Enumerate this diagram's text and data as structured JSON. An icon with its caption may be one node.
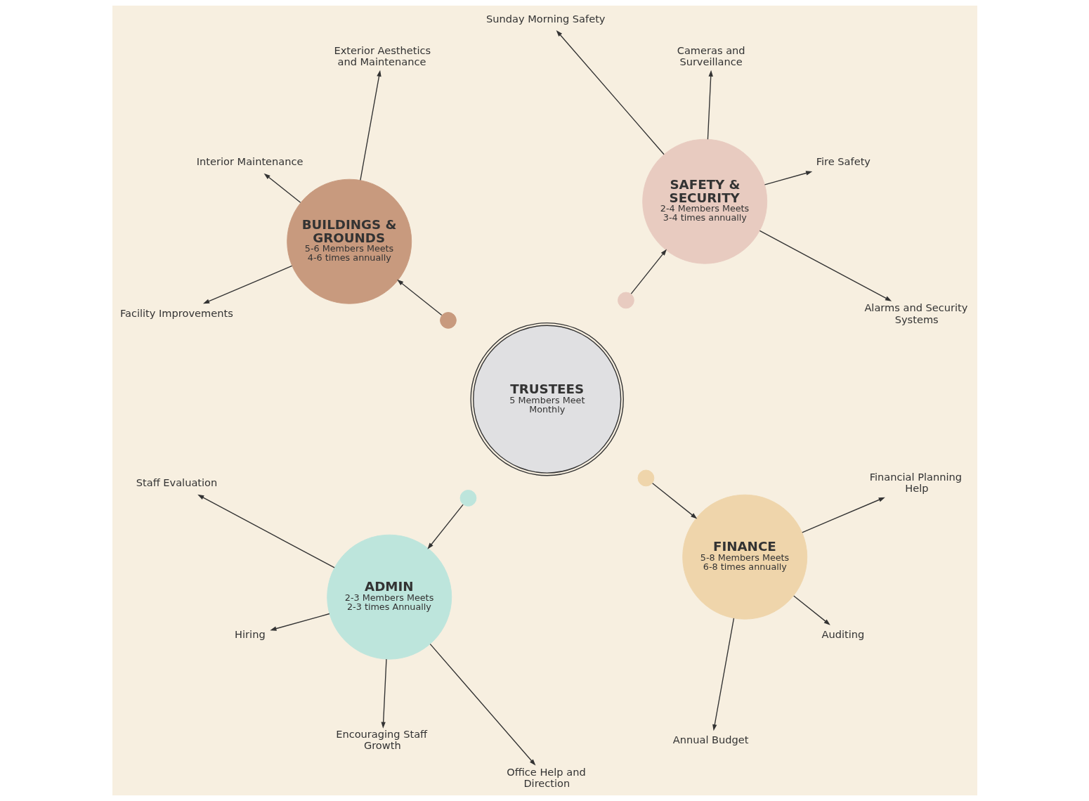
{
  "diagram": {
    "nodes": [
      {
        "text": [
          "TRUSTEES",
          "5 Members Meet Monthly"
        ]
      },
      {
        "text": [],
        "shape": "circle"
      },
      {
        "text": [],
        "shape": "circle"
      },
      {
        "text": [],
        "shape": "circle"
      },
      {
        "text": [],
        "shape": "circle"
      },
      {
        "text": [
          "SAFETY & SECURITY",
          "2-4 Members Meets 3-4 times annually"
        ]
      },
      {
        "text": [
          "BUILDINGS & GROUNDS",
          "5-6 Members Meets 4-6 times annually"
        ]
      },
      {
        "text": [
          "ADMIN",
          "2-3 Members Meets 2-3 times Annually"
        ]
      },
      {
        "text": [
          "FINANCE",
          "5-8 Members Meets 6-8 times annually"
        ]
      },
      {
        "text": [
          "Alarms and Security Systems"
        ]
      },
      {
        "text": [
          "Fire Safety"
        ]
      },
      {
        "text": [
          "Cameras and Surveillance"
        ]
      },
      {
        "text": [
          "Sunday Morning Safety"
        ]
      },
      {
        "text": [
          "Exterior Aesthetics and Maintenance"
        ]
      },
      {
        "text": [
          "Interior Maintenance"
        ]
      },
      {
        "text": [
          "Facility Improvements"
        ]
      },
      {
        "text": [
          "Staff Evaluation"
        ]
      },
      {
        "text": [
          "Hiring"
        ]
      },
      {
        "text": [
          "Encouraging Staff Growth"
        ]
      },
      {
        "text": [
          "Office Help and Direction"
        ]
      },
      {
        "text": [
          "Annual Budget"
        ]
      },
      {
        "text": [
          "Auditing"
        ]
      },
      {
        "text": [
          "Financial Planning Help"
        ]
      }
    ],
    "edges": [
      {
        "from": 1,
        "to": 5,
        "arrow": "to"
      },
      {
        "from": 2,
        "to": 6,
        "arrow": "to"
      },
      {
        "from": 3,
        "to": 7,
        "arrow": "to"
      },
      {
        "from": 4,
        "to": 8,
        "arrow": "to"
      },
      {
        "from": 5,
        "to": 9,
        "arrow": "to"
      },
      {
        "from": 5,
        "to": 10,
        "arrow": "to"
      },
      {
        "from": 5,
        "to": 11,
        "arrow": "to"
      },
      {
        "from": 5,
        "to": 12,
        "arrow": "to"
      },
      {
        "from": 6,
        "to": 13,
        "arrow": "to"
      },
      {
        "from": 6,
        "to": 14,
        "arrow": "to"
      },
      {
        "from": 6,
        "to": 15,
        "arrow": "to"
      },
      {
        "from": 7,
        "to": 16,
        "arrow": "to"
      },
      {
        "from": 7,
        "to": 17,
        "arrow": "to"
      },
      {
        "from": 7,
        "to": 18,
        "arrow": "to"
      },
      {
        "from": 7,
        "to": 19,
        "arrow": "to"
      },
      {
        "from": 8,
        "to": 20,
        "arrow": "to"
      },
      {
        "from": 8,
        "to": 21,
        "arrow": "to"
      },
      {
        "from": 8,
        "to": 22,
        "arrow": "to"
      }
    ]
  }
}
